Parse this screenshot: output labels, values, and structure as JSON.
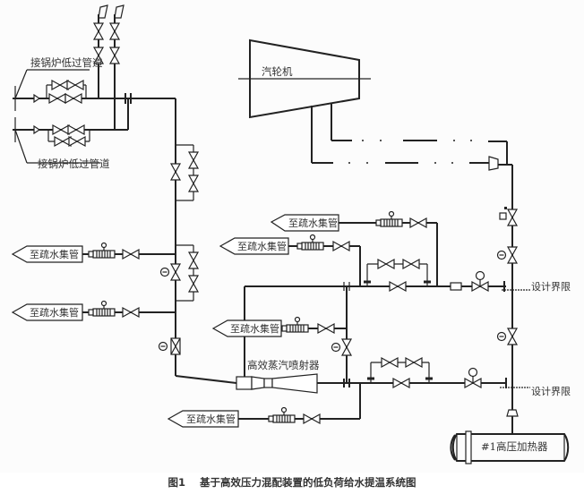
{
  "figure": {
    "number": "图1",
    "title": "基于高效压力混配装置的低负荷给水提温系统图"
  },
  "labels": {
    "boiler_pipe_top": "接锅炉低过管道",
    "boiler_pipe_bottom": "接锅炉低过管道",
    "turbine": "汽轮机",
    "drain_1": "至疏水集管",
    "drain_2": "至疏水集管",
    "drain_3": "至疏水集管",
    "drain_4": "至疏水集管",
    "drain_5": "至疏水集管",
    "drain_6": "至疏水集管",
    "ejector": "高效蒸汽喷射器",
    "design_limit_1": "设计界限",
    "design_limit_2": "设计界限",
    "heater": "#1高压加热器"
  },
  "icons": {
    "gate_valve": "bowtie-valve",
    "check_valve": "check-valve",
    "motor_valve": "motor-operated-valve",
    "steam_trap": "steam-trap",
    "vent": "vent-flag",
    "reducer": "reducer"
  }
}
